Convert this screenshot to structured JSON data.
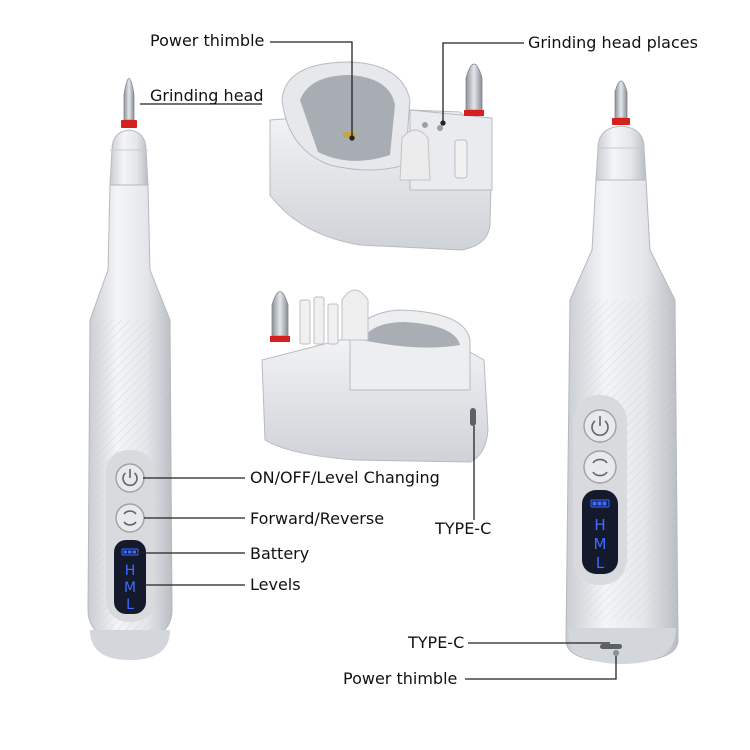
{
  "labels": {
    "power_thimble_top": "Power thimble",
    "grinding_head_places": "Grinding head places",
    "grinding_head": "Grinding head",
    "on_off": "ON/OFF/Level Changing",
    "forward_reverse": "Forward/Reverse",
    "battery": "Battery",
    "levels": "Levels",
    "type_c_dock": "TYPE-C",
    "type_c_pen": "TYPE-C",
    "power_thimble_bottom": "Power thimble"
  },
  "display": {
    "left": {
      "H": "H",
      "M": "M",
      "L": "L"
    },
    "right": {
      "H": "H",
      "M": "M",
      "L": "L"
    }
  },
  "colors": {
    "body": "#e9eaec",
    "shadow": "#c4c7cc",
    "display_bg": "#141a2b",
    "display_text": "#3d6cff",
    "collar": "#d62020",
    "bit": "#b8bcc2",
    "leader": "#222222"
  }
}
